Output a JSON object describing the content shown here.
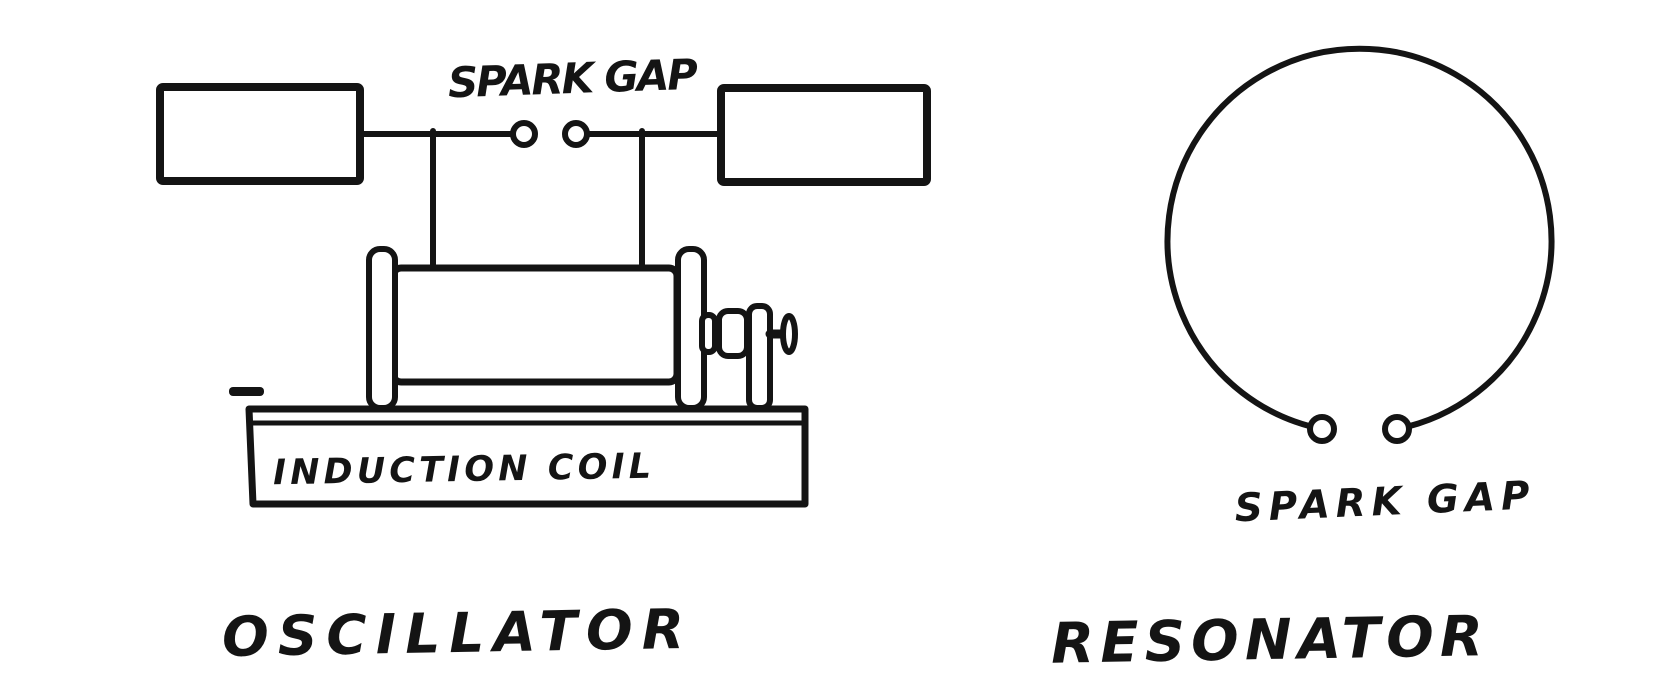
{
  "figure": {
    "oscillator": {
      "label": "OSCILLATOR",
      "spark_gap_label": "SPARK GAP",
      "base_label": "INDUCTION COIL"
    },
    "resonator": {
      "label": "RESONATOR",
      "spark_gap_label": "SPARK GAP"
    },
    "colors": {
      "ink": "#141414",
      "paper": "#ffffff"
    }
  }
}
